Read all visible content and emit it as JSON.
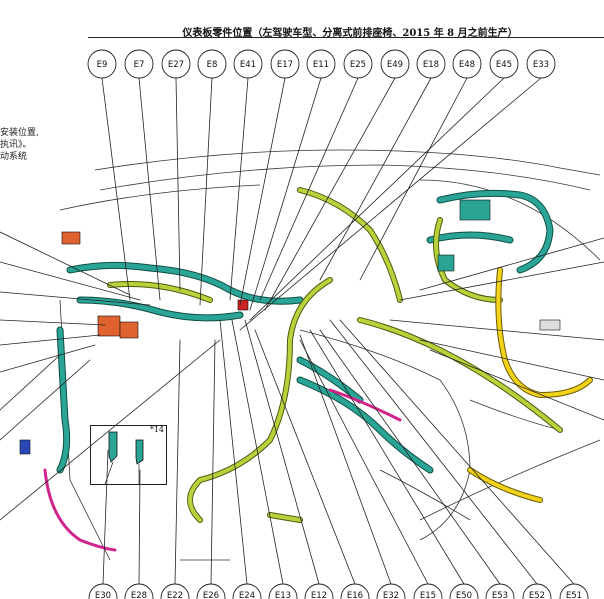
{
  "title": "仪表板零件位置（左驾驶车型、分离式前排座椅、2015 年 8 月之前生产）",
  "notes": [
    "安装位置,",
    "执讯》。",
    "动系统"
  ],
  "inset_label": "*14",
  "top_connectors": [
    "E9",
    "E7",
    "E27",
    "E8",
    "E41",
    "E17",
    "E11",
    "E25",
    "E49",
    "E18",
    "E48",
    "E45",
    "E33"
  ],
  "bottom_connectors": [
    "E30",
    "E28",
    "E22",
    "E26",
    "E24",
    "E13",
    "E12",
    "E16",
    "E32",
    "E15",
    "E50",
    "E53",
    "E52",
    "E51"
  ],
  "colors": {
    "harness_teal": "#2aa595",
    "harness_lime": "#b9d23c",
    "harness_yellow": "#f2d21a",
    "harness_magenta": "#d1248b",
    "connector_orange": "#e0622e",
    "callout": "#222222"
  }
}
